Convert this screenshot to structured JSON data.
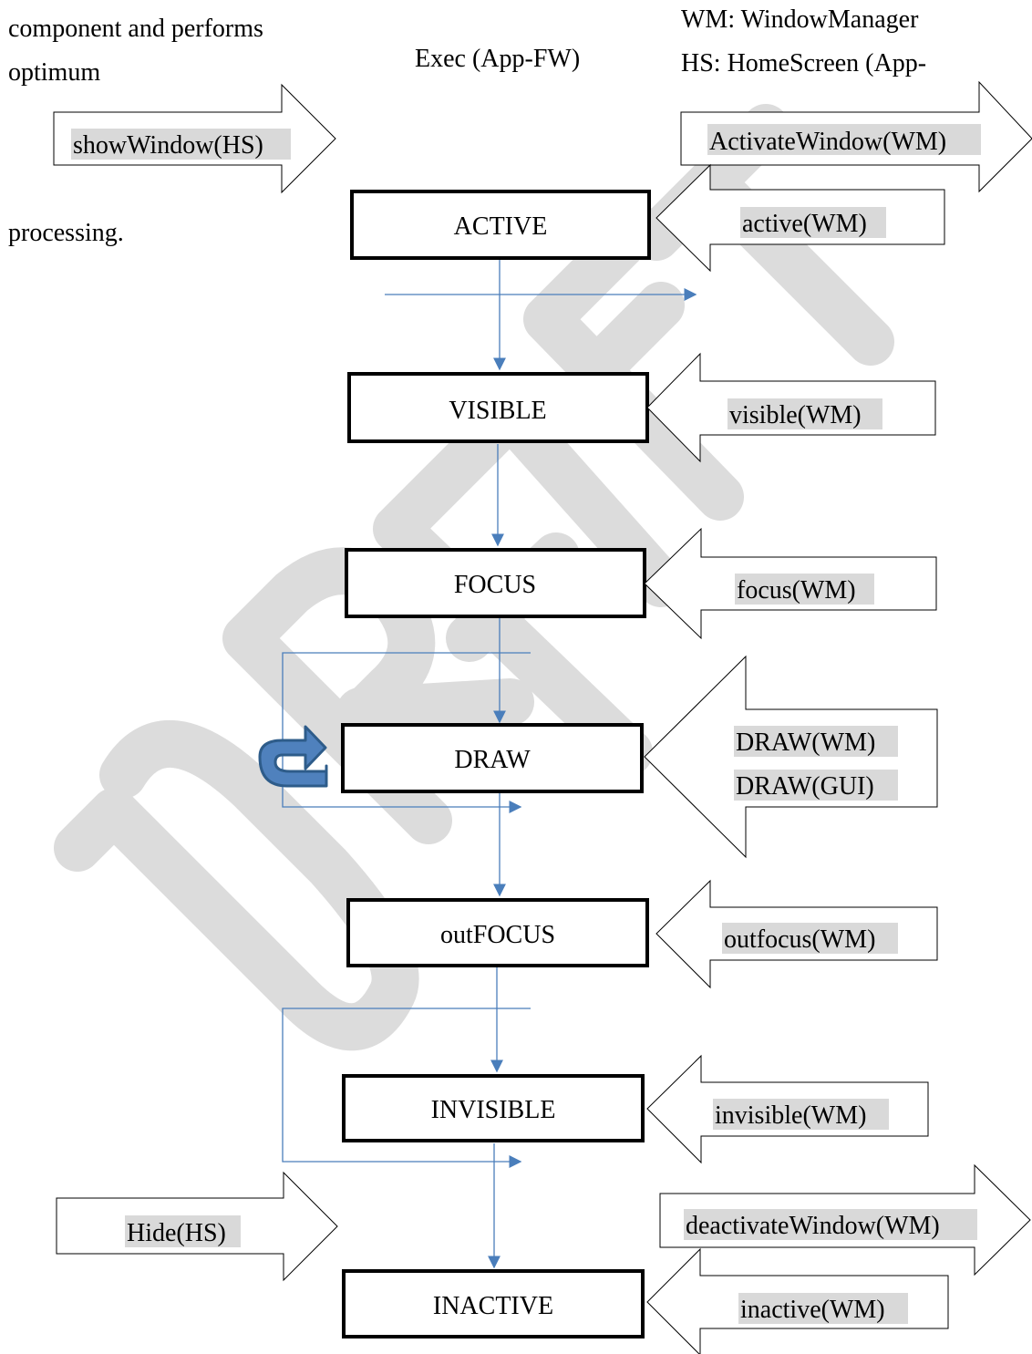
{
  "header": {
    "left_text_line1": "component and performs",
    "left_text_line2": "optimum",
    "left_text_line3": "processing.",
    "center_title": "Exec (App-FW)",
    "legend_line1": "WM: WindowManager",
    "legend_line2": "HS: HomeScreen (App-"
  },
  "states": [
    {
      "id": "active",
      "label": "ACTIVE"
    },
    {
      "id": "visible",
      "label": "VISIBLE"
    },
    {
      "id": "focus",
      "label": "FOCUS"
    },
    {
      "id": "draw",
      "label": "DRAW"
    },
    {
      "id": "outfocus",
      "label": "outFOCUS"
    },
    {
      "id": "invisible",
      "label": "INVISIBLE"
    },
    {
      "id": "inactive",
      "label": "INACTIVE"
    }
  ],
  "events": {
    "show_window": "showWindow(HS)",
    "activate_window": "ActivateWindow(WM)",
    "active": "active(WM)",
    "visible": "visible(WM)",
    "focus": "focus(WM)",
    "draw_wm": "DRAW(WM)",
    "draw_gui": "DRAW(GUI)",
    "outfocus": "outfocus(WM)",
    "invisible": "invisible(WM)",
    "hide": "Hide(HS)",
    "deactivate_window": "deactivateWindow(WM)",
    "inactive": "inactive(WM)"
  },
  "watermark": "DRAFT",
  "colors": {
    "flow_line": "#4a7ebb",
    "highlight": "#d9d9d9",
    "loop_icon_fill": "#4f81bd",
    "loop_icon_stroke": "#2e5c8a",
    "watermark": "#d9d9d9"
  }
}
